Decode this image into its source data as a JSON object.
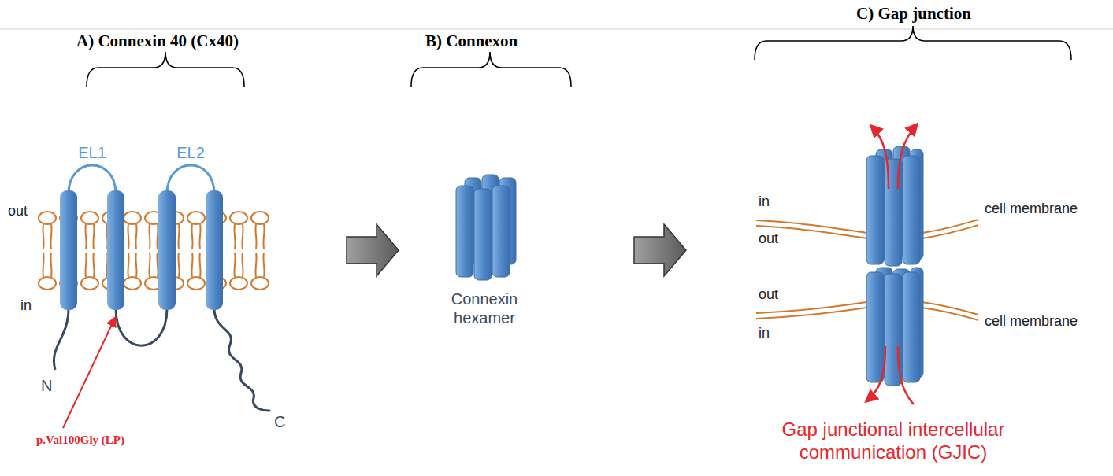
{
  "diagram": {
    "labels": [
      "A) Connexin 40 (Cx40)",
      "B) Connexon",
      "C) Gap junction",
      "EL1",
      "EL2",
      "out",
      "in",
      "N",
      "C",
      "p.Val100Gly (LP)",
      "Connexin hexamer",
      "in",
      "out",
      "cell membrane",
      "out",
      "in",
      "cell membrane",
      "Gap junctional intercellular communication (GJIC)"
    ]
  }
}
